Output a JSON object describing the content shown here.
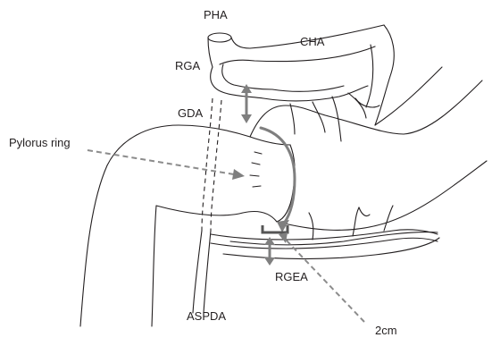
{
  "labels": {
    "pha": "PHA",
    "cha": "CHA",
    "rga": "RGA",
    "gda": "GDA",
    "pylorus_ring": "Pylorus ring",
    "rgea": "RGEA",
    "aspda": "ASPDA",
    "distance": "2cm"
  },
  "colors": {
    "line": "#231f20",
    "annotation_arrow": "#7f7f7f",
    "bracket": "#555555"
  }
}
